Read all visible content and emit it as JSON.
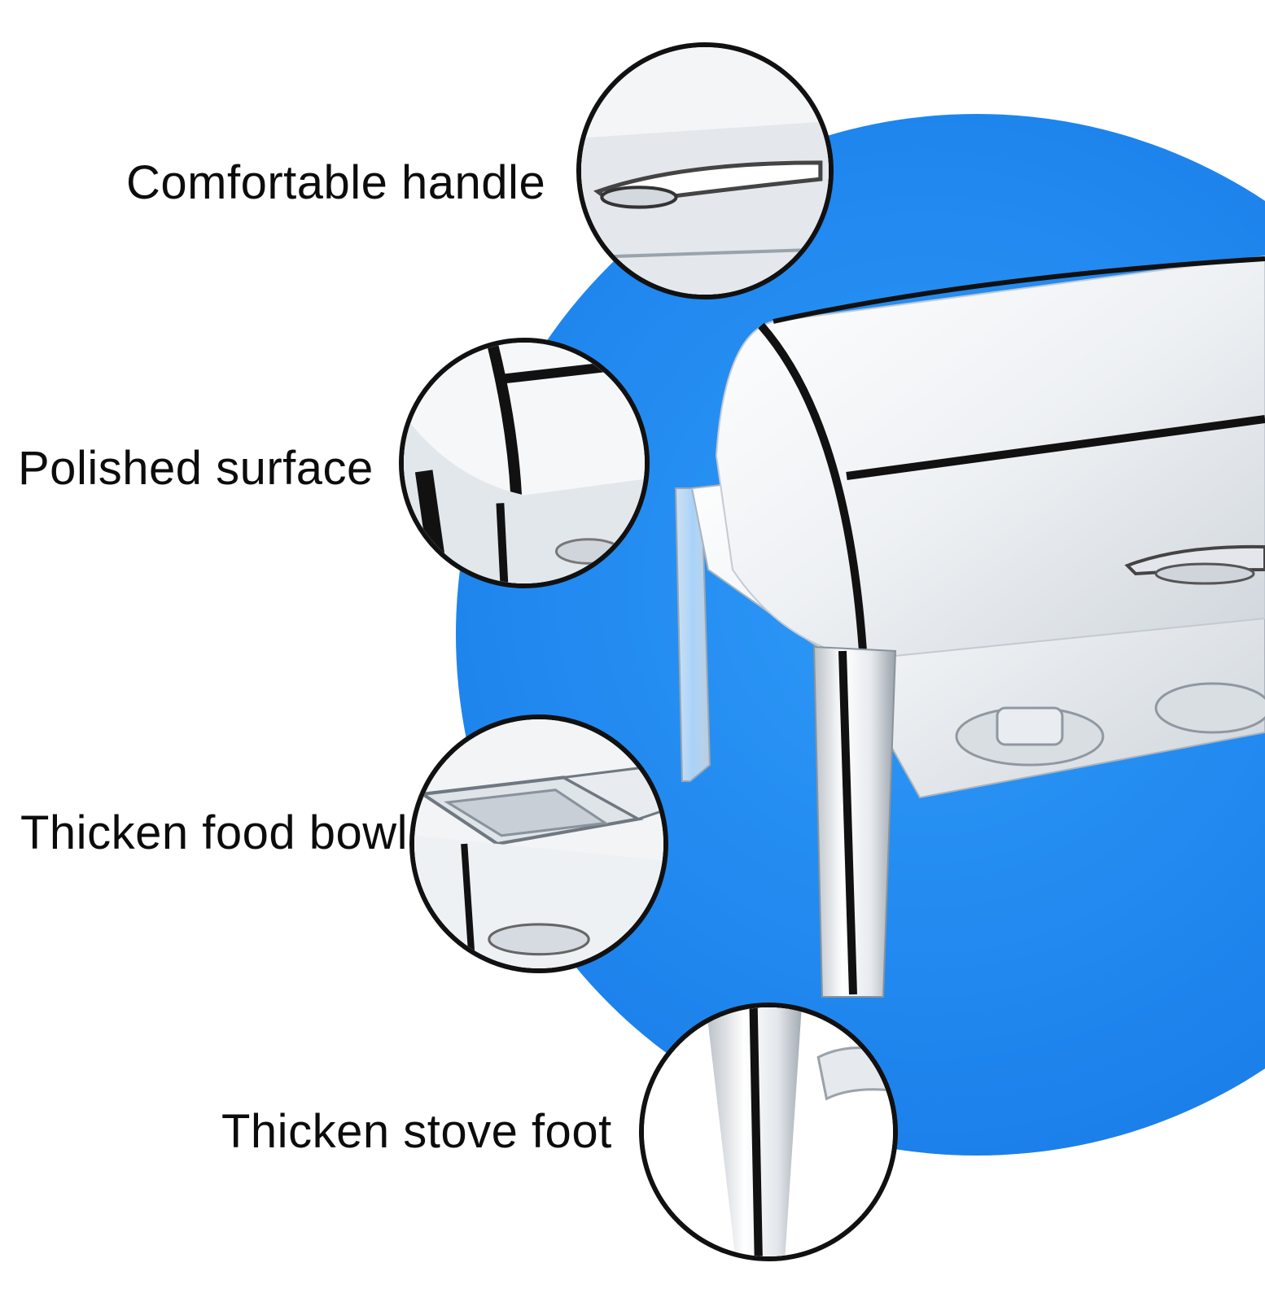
{
  "features": [
    {
      "id": "handle",
      "label": "Comfortable handle",
      "icon": "handle-closeup-icon"
    },
    {
      "id": "surface",
      "label": "Polished surface",
      "icon": "polished-corner-closeup-icon"
    },
    {
      "id": "bowl",
      "label": "Thicken food bowl",
      "icon": "food-bowl-closeup-icon"
    },
    {
      "id": "foot",
      "label": "Thicken stove foot",
      "icon": "stove-foot-closeup-icon"
    }
  ],
  "colors": {
    "background": "#ffffff",
    "accent_blue": "#1f86ee",
    "steel_light": "#f4f6f8",
    "steel_dark": "#111111",
    "text": "#0c0c0c"
  }
}
